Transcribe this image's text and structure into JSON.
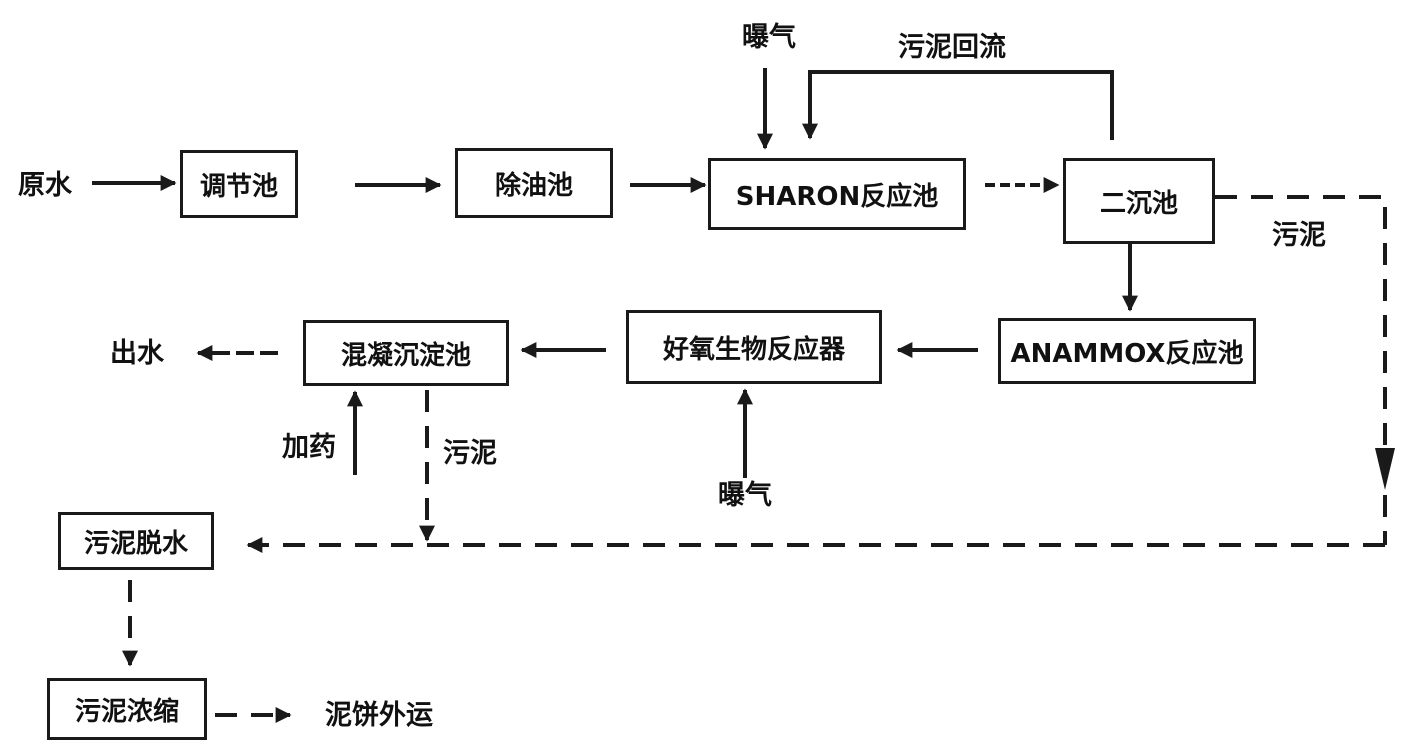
{
  "nodes": {
    "raw_water": "原水",
    "equalization_tank": "调节池",
    "oil_removal_tank": "除油池",
    "sharon_reactor": "SHARON反应池",
    "secondary_clarifier": "二沉池",
    "anammox_reactor": "ANAMMOX反应池",
    "aerobic_reactor": "好氧生物反应器",
    "coagulation_tank": "混凝沉淀池",
    "effluent": "出水",
    "sludge_dewatering": "污泥脱水",
    "sludge_thickening": "污泥浓缩",
    "cake_disposal": "泥饼外运"
  },
  "labels": {
    "aeration_top": "曝气",
    "sludge_return": "污泥回流",
    "sludge_right": "污泥",
    "dosing": "加药",
    "sludge_mid": "污泥",
    "aeration_bottom": "曝气"
  },
  "colors": {
    "line": "#1a1a1a"
  }
}
